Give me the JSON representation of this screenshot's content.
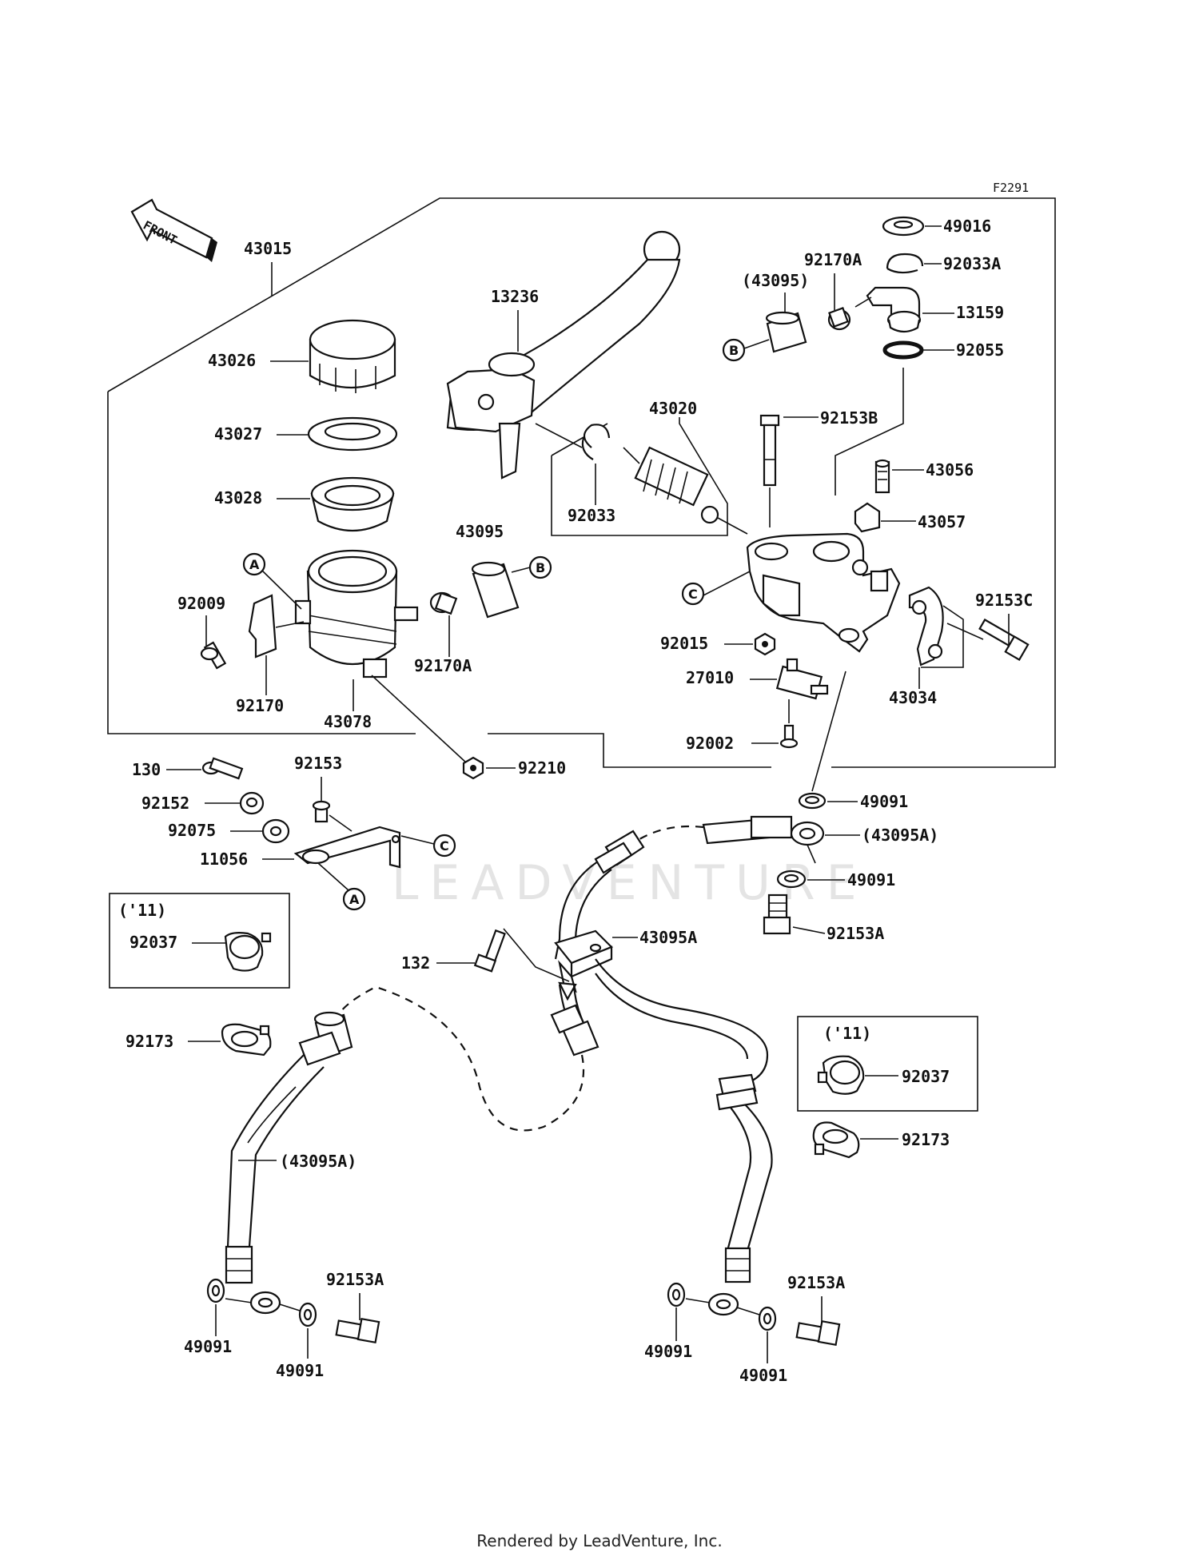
{
  "diagram": {
    "figure_code": "F2291",
    "front_label": "FRONT",
    "watermark": "LEADVENTURE",
    "footer": "Rendered by LeadVenture, Inc.",
    "year_box_label": "('11)",
    "ref_letters": {
      "a": "A",
      "b": "B",
      "c": "C"
    },
    "parts": {
      "p43015": "43015",
      "p43026": "43026",
      "p43027": "43027",
      "p43028": "43028",
      "p92009": "92009",
      "p92170": "92170",
      "p43078": "43078",
      "p43095": "43095",
      "p92170A_left": "92170A",
      "p13236": "13236",
      "p43020": "43020",
      "p92033": "92033",
      "p49016": "49016",
      "p92033A": "92033A",
      "p92170A_top": "92170A",
      "p43095_paren": "(43095)",
      "p13159": "13159",
      "p92055": "92055",
      "p92153B": "92153B",
      "p43056": "43056",
      "p43057": "43057",
      "p92153C": "92153C",
      "p92015": "92015",
      "p27010": "27010",
      "p43034": "43034",
      "p92002": "92002",
      "p92210": "92210",
      "p49091_a": "49091",
      "p43095A_paren_a": "(43095A)",
      "p49091_b": "49091",
      "p92153A_a": "92153A",
      "p43095A": "43095A",
      "p130": "130",
      "p92153": "92153",
      "p92152": "92152",
      "p92075": "92075",
      "p11056": "11056",
      "p92037_a": "92037",
      "p132": "132",
      "p92173_a": "92173",
      "p92037_b": "92037",
      "p92173_b": "92173",
      "p43095A_paren_b": "(43095A)",
      "p92153A_b": "92153A",
      "p92153A_c": "92153A",
      "p49091_c": "49091",
      "p49091_d": "49091",
      "p49091_e": "49091",
      "p49091_f": "49091"
    }
  }
}
